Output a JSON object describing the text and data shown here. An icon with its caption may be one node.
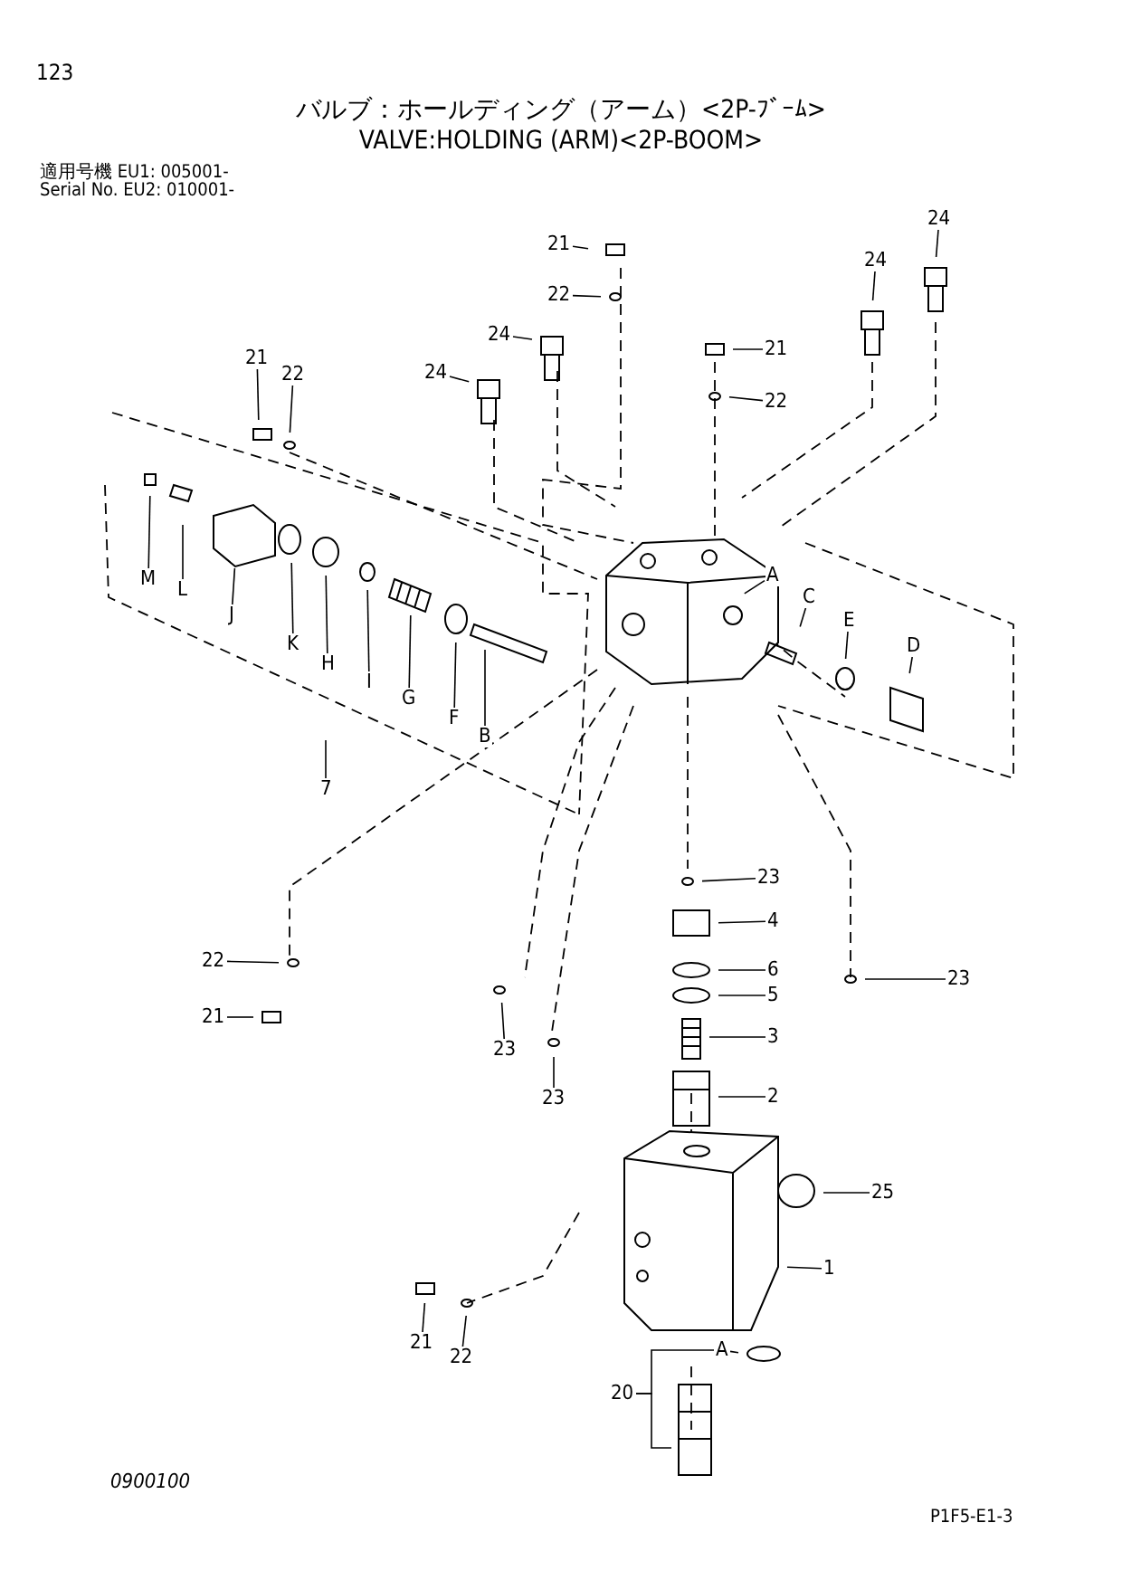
{
  "diagram": {
    "title": "バルブ：ホールディング（アーム）<2P-ﾌﾞｰﾑ> VALVE:HOLDING (ARM)<2P-BOOM>",
    "nodes": [
      {
        "text": [
          "21"
        ]
      },
      {
        "text": [
          "22"
        ]
      },
      {
        "text": [
          "24"
        ]
      },
      {
        "text": [
          "24"
        ]
      },
      {
        "text": [
          "24"
        ]
      },
      {
        "text": [
          "21"
        ]
      },
      {
        "text": [
          "24"
        ]
      },
      {
        "text": [
          "21"
        ]
      },
      {
        "text": [
          "22"
        ]
      },
      {
        "text": [
          "22"
        ]
      },
      {
        "text": [
          "A"
        ]
      },
      {
        "text": [
          "C"
        ]
      },
      {
        "text": [
          "M"
        ]
      },
      {
        "text": [
          "L"
        ]
      },
      {
        "text": [
          "E"
        ]
      },
      {
        "text": [
          "J"
        ]
      },
      {
        "text": [
          "D"
        ]
      },
      {
        "text": [
          "K"
        ]
      },
      {
        "text": [
          "H"
        ]
      },
      {
        "text": [
          "I"
        ]
      },
      {
        "text": [
          "G"
        ]
      },
      {
        "text": [
          "F"
        ]
      },
      {
        "text": [
          "B"
        ]
      },
      {
        "text": [
          "7"
        ]
      },
      {
        "text": [
          "23"
        ]
      },
      {
        "text": [
          "4"
        ]
      },
      {
        "text": [
          "22"
        ]
      },
      {
        "text": [
          "6"
        ]
      },
      {
        "text": [
          "23"
        ]
      },
      {
        "text": [
          "5"
        ]
      },
      {
        "text": [
          "21"
        ]
      },
      {
        "text": [
          "3"
        ]
      },
      {
        "text": [
          "23"
        ]
      },
      {
        "text": [
          "2"
        ]
      },
      {
        "text": [
          "23"
        ]
      },
      {
        "text": [
          "25"
        ]
      },
      {
        "text": [
          "1"
        ]
      },
      {
        "text": [
          "21"
        ]
      },
      {
        "text": [
          "22"
        ]
      },
      {
        "text": [
          "A"
        ]
      },
      {
        "text": [
          "20"
        ]
      }
    ],
    "edges": [
      {
        "from": 0,
        "to": null,
        "arrow": "none"
      },
      {
        "from": 1,
        "to": null,
        "arrow": "none"
      },
      {
        "from": 2,
        "to": null,
        "arrow": "none"
      },
      {
        "from": 3,
        "to": null,
        "arrow": "none"
      },
      {
        "from": 4,
        "to": null,
        "arrow": "none"
      },
      {
        "from": 5,
        "to": null,
        "arrow": "none"
      },
      {
        "from": 6,
        "to": null,
        "arrow": "none"
      },
      {
        "from": 7,
        "to": null,
        "arrow": "none"
      },
      {
        "from": 8,
        "to": null,
        "arrow": "none"
      },
      {
        "from": 9,
        "to": null,
        "arrow": "none"
      },
      {
        "from": 10,
        "to": null,
        "arrow": "none"
      },
      {
        "from": 11,
        "to": null,
        "arrow": "none"
      },
      {
        "from": 12,
        "to": null,
        "arrow": "none"
      },
      {
        "from": 13,
        "to": null,
        "arrow": "none"
      },
      {
        "from": 14,
        "to": null,
        "arrow": "none"
      },
      {
        "from": 15,
        "to": null,
        "arrow": "none"
      },
      {
        "from": 16,
        "to": null,
        "arrow": "none"
      },
      {
        "from": 17,
        "to": null,
        "arrow": "none"
      },
      {
        "from": 18,
        "to": null,
        "arrow": "none"
      },
      {
        "from": 19,
        "to": null,
        "arrow": "none"
      },
      {
        "from": 20,
        "to": null,
        "arrow": "none"
      },
      {
        "from": 21,
        "to": null,
        "arrow": "none"
      },
      {
        "from": 22,
        "to": null,
        "arrow": "none"
      },
      {
        "from": 23,
        "to": null,
        "arrow": "none"
      },
      {
        "from": 24,
        "to": null,
        "arrow": "none"
      },
      {
        "from": 25,
        "to": null,
        "arrow": "none"
      },
      {
        "from": 26,
        "to": null,
        "arrow": "none"
      },
      {
        "from": 27,
        "to": null,
        "arrow": "none"
      },
      {
        "from": 28,
        "to": null,
        "arrow": "none"
      },
      {
        "from": 29,
        "to": null,
        "arrow": "none"
      },
      {
        "from": 30,
        "to": null,
        "arrow": "none"
      },
      {
        "from": 31,
        "to": null,
        "arrow": "none"
      },
      {
        "from": 32,
        "to": null,
        "arrow": "none"
      },
      {
        "from": 33,
        "to": null,
        "arrow": "none"
      },
      {
        "from": 34,
        "to": null,
        "arrow": "none"
      },
      {
        "from": 35,
        "to": null,
        "arrow": "none"
      },
      {
        "from": 36,
        "to": null,
        "arrow": "none"
      },
      {
        "from": 37,
        "to": null,
        "arrow": "none"
      },
      {
        "from": 38,
        "to": null,
        "arrow": "none"
      },
      {
        "from": 39,
        "to": null,
        "arrow": "none"
      },
      {
        "from": 40,
        "to": 39,
        "arrow": "none"
      },
      {
        "from": 40,
        "to": null,
        "arrow": "none"
      }
    ],
    "labels": [
      "123",
      "適用号機 EU1: 005001-",
      "Serial No. EU2: 010001-",
      "0900100",
      "P1F5-E1-3"
    ]
  }
}
